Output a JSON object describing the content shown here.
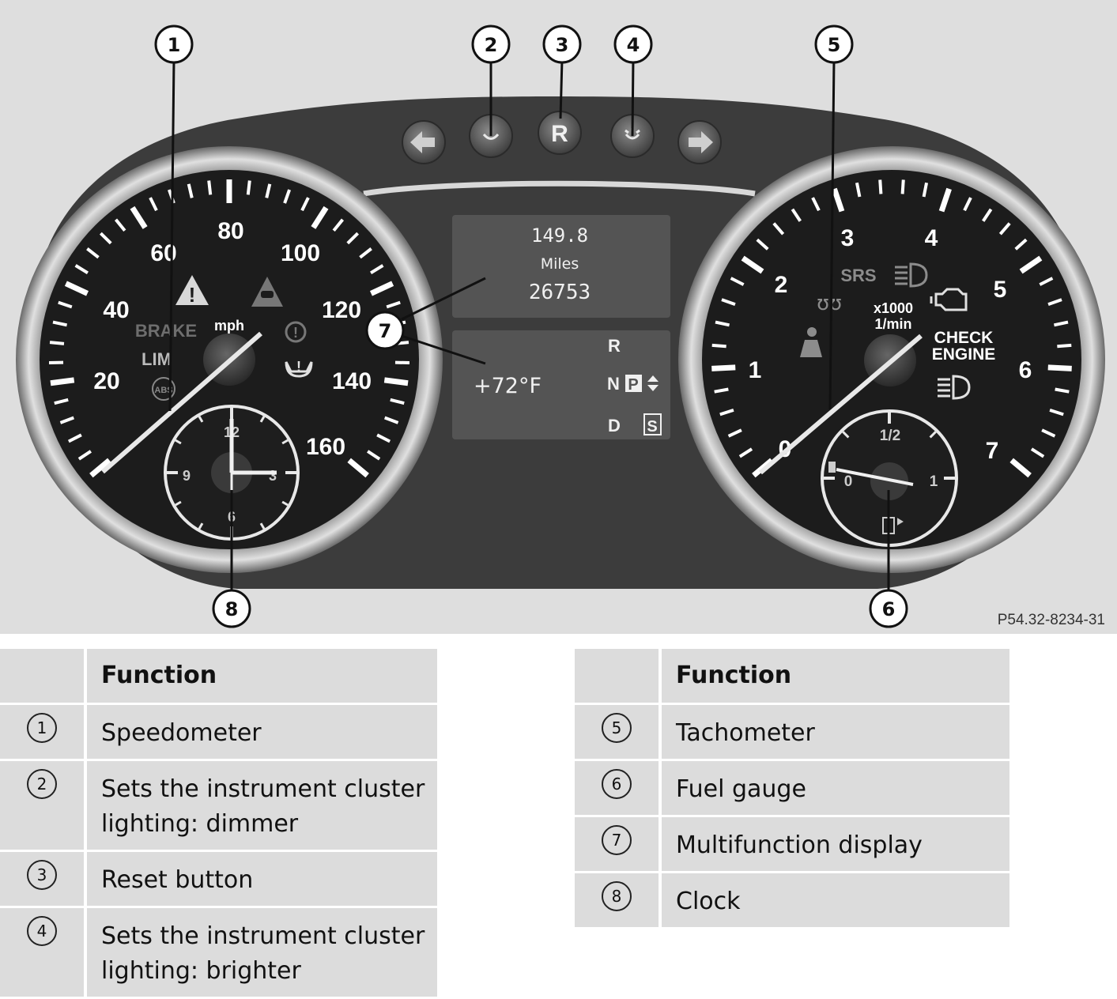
{
  "figure": {
    "code": "P54.32-8234-31",
    "callouts": [
      "1",
      "2",
      "3",
      "4",
      "5",
      "6",
      "7",
      "8"
    ],
    "buttons": {
      "reset": "R",
      "left": "arrow-left-icon",
      "dimmer": "dimmer-icon",
      "brighter": "brighter-icon",
      "right": "arrow-right-icon"
    },
    "speedometer": {
      "labels": [
        "20",
        "40",
        "60",
        "80",
        "100",
        "120",
        "140",
        "160"
      ],
      "unit": "mph",
      "brake_label": "BRAKE",
      "lim_label": "LIM",
      "abs_label": "ABS"
    },
    "clock": {
      "labels": [
        "12",
        "3",
        "6",
        "9"
      ]
    },
    "display": {
      "trip": "149.8",
      "unit": "Miles",
      "odometer": "26753",
      "temperature": "+72°F",
      "gears": [
        "R",
        "N",
        "P",
        "D",
        "S"
      ]
    },
    "tachometer": {
      "labels": [
        "0",
        "1",
        "2",
        "3",
        "4",
        "5",
        "6",
        "7"
      ],
      "unit_line1": "x1000",
      "unit_line2": "1/min",
      "srs": "SRS",
      "check_engine_line1": "CHECK",
      "check_engine_line2": "ENGINE"
    },
    "fuel": {
      "labels": [
        "0",
        "1/2",
        "1"
      ]
    }
  },
  "table_left": {
    "header": "Function",
    "rows": [
      {
        "num": "1",
        "text": "Speedometer"
      },
      {
        "num": "2",
        "text": "Sets the instrument cluster lighting: dimmer"
      },
      {
        "num": "3",
        "text": "Reset button"
      },
      {
        "num": "4",
        "text": "Sets the instrument cluster lighting: brighter"
      }
    ]
  },
  "table_right": {
    "header": "Function",
    "rows": [
      {
        "num": "5",
        "text": "Tachometer"
      },
      {
        "num": "6",
        "text": "Fuel gauge"
      },
      {
        "num": "7",
        "text": "Multifunction display"
      },
      {
        "num": "8",
        "text": "Clock"
      }
    ]
  }
}
